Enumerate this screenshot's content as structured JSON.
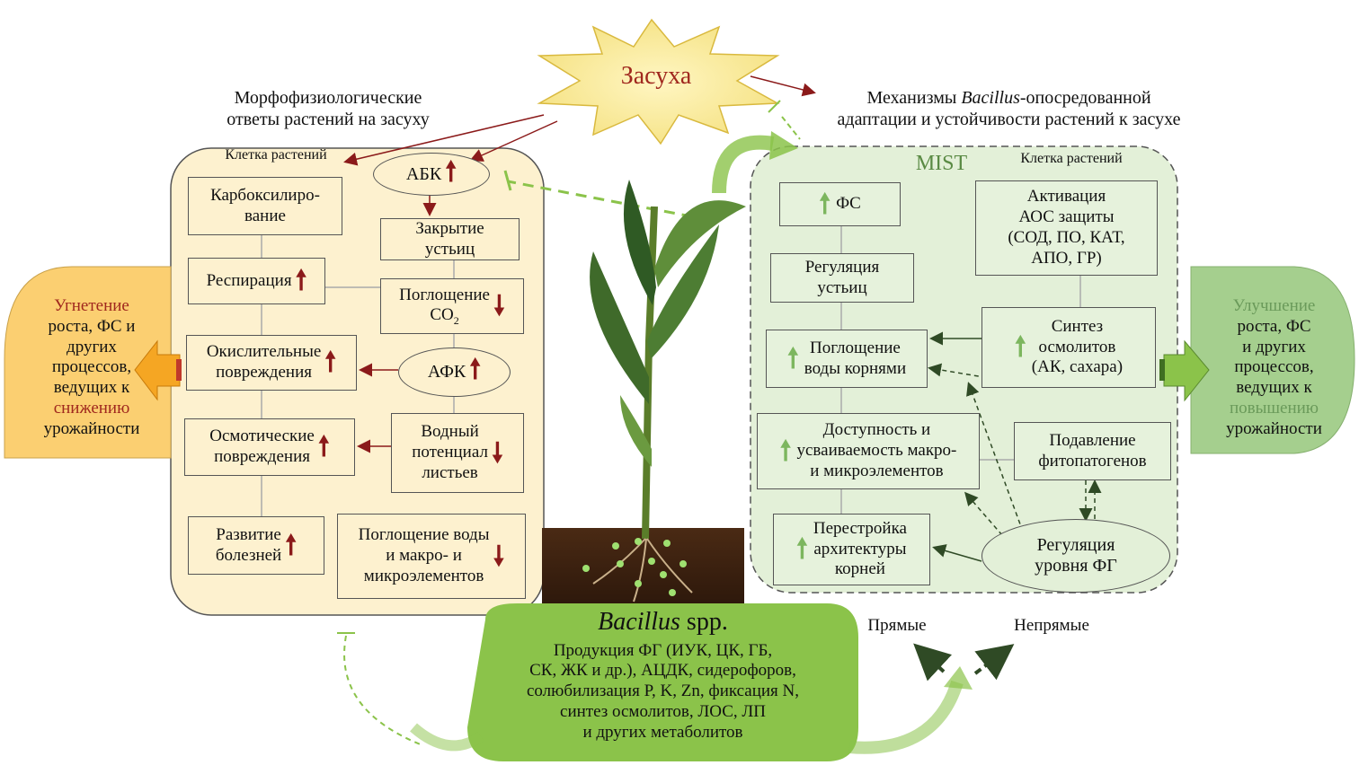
{
  "drought": "Засуха",
  "left_heading": [
    "Морфофизиологические",
    "ответы растений на засуху"
  ],
  "right_heading_pre": "Механизмы ",
  "right_heading_italic": "Bacillus",
  "right_heading_post": "-опосредованной",
  "right_heading_line2": "адаптации и устойчивости растений к засухе",
  "left_cell_label": "Клетка растений",
  "right_cell_label": "Клетка растений",
  "mist": "MIST",
  "left": {
    "abk": "АБК",
    "carboxylation": [
      "Карбоксилиро-",
      "вание"
    ],
    "stomata_closure": [
      "Закрытие",
      "устьиц"
    ],
    "respiration": "Респирация",
    "co2_uptake": "Поглощение",
    "co2_base": "CO",
    "co2_sub": "2",
    "oxidative_damage": [
      "Окислительные",
      "повреждения"
    ],
    "afk": "АФК",
    "osmotic_damage": [
      "Осмотические",
      "повреждения"
    ],
    "water_potential": [
      "Водный",
      "потенциал",
      "листьев"
    ],
    "disease": [
      "Развитие",
      "болезней"
    ],
    "water_uptake": [
      "Поглощение воды",
      "и макро- и",
      "микроэлементов"
    ]
  },
  "inhibition": {
    "l1": "Угнетение",
    "l2": "роста, ФС и",
    "l3": "других",
    "l4": "процессов,",
    "l5": "ведущих к",
    "l6": "снижению",
    "l7": "урожайности"
  },
  "right": {
    "fs": "ФС",
    "aos": [
      "Активация",
      "АОС защиты",
      "(СОД, ПО, КАТ,",
      "АПО, ГР)"
    ],
    "stomata_reg": [
      "Регуляция",
      "устьиц"
    ],
    "water_root": [
      "Поглощение",
      "воды корнями"
    ],
    "osmolytes": [
      "Синтез",
      "осмолитов",
      "(АК, сахара)"
    ],
    "availability": [
      "Доступность и",
      "усваиваемость макро-",
      "и микроэлементов"
    ],
    "pathogens": [
      "Подавление",
      "фитопатогенов"
    ],
    "roots": [
      "Перестройка",
      "архитектуры",
      "корней"
    ],
    "fg_reg": [
      "Регуляция",
      "уровня ФГ"
    ]
  },
  "improvement": {
    "l1": "Улучшение",
    "l2": "роста, ФС",
    "l3": "и других",
    "l4": "процессов,",
    "l5": "ведущих к",
    "l6": "повышению",
    "l7": "урожайности"
  },
  "bacillus": {
    "title_italic": "Bacillus",
    "title_rest": " spp.",
    "lines": [
      "Продукция ФГ (ИУК, ЦК, ГБ,",
      "СК, ЖК и др.), АЦДК, сидерофоров,",
      "солюбилизация P, K, Zn, фиксация N,",
      "синтез осмолитов, ЛОС, ЛП",
      "и других метаболитов"
    ]
  },
  "direct": "Прямые",
  "indirect": "Непрямые",
  "colors": {
    "red": "#8b1a1a",
    "green": "#7cb65e",
    "left_bg": "#fdf1cf",
    "right_bg": "#e6f2dc",
    "bacillus": "#8bc34a"
  }
}
